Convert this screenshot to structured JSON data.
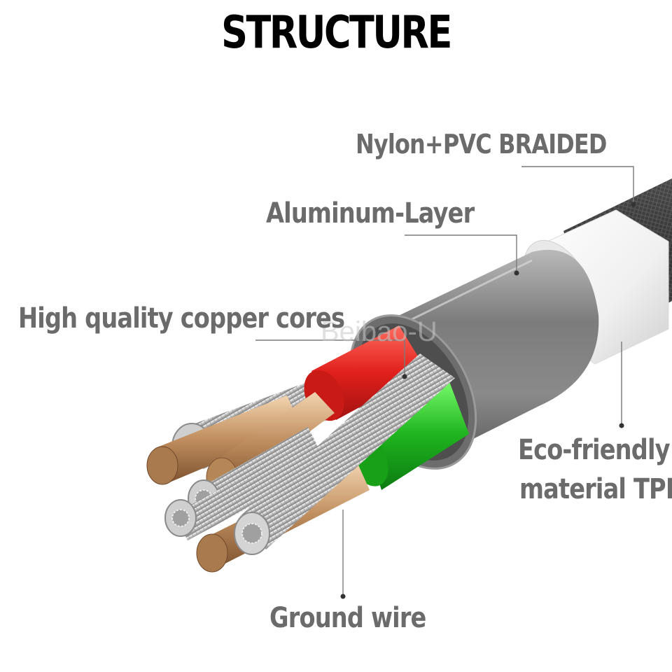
{
  "title": "STRUCTURE",
  "labels": {
    "nylon": "Nylon+PVC BRAIDED",
    "aluminum": "Aluminum-Layer",
    "copper": "High quality copper cores",
    "tpe_line1": "Eco-friendly",
    "tpe_line2": "material TPE",
    "ground": "Ground wire"
  },
  "watermark": "Beibao-U",
  "colors": {
    "title": "#000000",
    "label": "#6b6b6b",
    "braid": "#3a3a3a",
    "tpe": "#f2f2f2",
    "aluminum": "#8c8c8c",
    "red_insulation": "#e0201c",
    "green_insulation": "#1fb51f",
    "copper": "#c79a6a"
  }
}
